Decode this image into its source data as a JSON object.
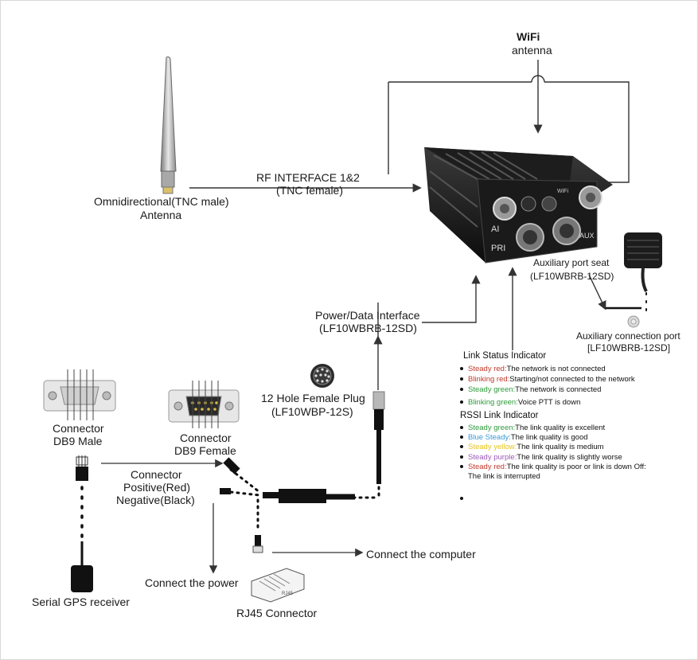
{
  "labels": {
    "wifi_title": "WiFi",
    "wifi_sub": "antenna",
    "omni_line1": "Omnidirectional(TNC male)",
    "omni_line2": "Antenna",
    "rf_line1": "RF INTERFACE 1&2",
    "rf_line2": "(TNC female)",
    "aux_seat_line1": "Auxiliary port seat",
    "aux_seat_line2": "(LF10WBRB-12SD)",
    "aux_conn_line1": "Auxiliary connection port",
    "aux_conn_line2": "[LF10WBRB-12SD]",
    "power_line1": "Power/Data Interface",
    "power_line2": "(LF10WBRB-12SD)",
    "plug_line1": "12 Hole Female Plug",
    "plug_line2": "(LF10WBP-12S)",
    "db9m_line1": "Connector",
    "db9m_line2": "DB9 Male",
    "db9f_line1": "Connector",
    "db9f_line2": "DB9 Female",
    "conn_line1": "Connector",
    "conn_line2": "Positive(Red)",
    "conn_line3": "Negative(Black)",
    "computer": "Connect the computer",
    "power": "Connect the power",
    "gps": "Serial GPS receiver",
    "rj45": "RJ45 Connector",
    "device_ai": "AI",
    "device_pri": "PRI",
    "device_aux": "AUX",
    "device_wifi": "WiFi",
    "rj45_tag": "RJ45"
  },
  "link_status": {
    "title": "Link Status Indicator",
    "items": [
      {
        "state": "Steady red:",
        "desc": "The network is not connected",
        "color": "#c0392b"
      },
      {
        "state": "Blinking red:",
        "desc": "Starting/not connected to the network",
        "color": "#c0392b"
      },
      {
        "state": "Steady green:",
        "desc": "The network is connected",
        "color": "#2e9a3a"
      },
      {
        "state": "Blinking green:",
        "desc": "Voice PTT is down",
        "color": "#2e9a3a"
      }
    ]
  },
  "rssi": {
    "title": "RSSI Link Indicator",
    "items": [
      {
        "state": "Steady green:",
        "desc": "The link quality is excellent",
        "color": "#2e9a3a"
      },
      {
        "state": "Blue Steady:",
        "desc": "The link quality is good",
        "color": "#3a9ad9"
      },
      {
        "state": "Steady yellow:",
        "desc": "The link quality is medium",
        "color": "#e6c619"
      },
      {
        "state": "Steady purple:",
        "desc": "The link quality is slightly worse",
        "color": "#9b59b6"
      },
      {
        "state": "Steady red:",
        "desc": "The link quality is poor or link is down  Off:",
        "color": "#c0392b"
      },
      {
        "state": "",
        "desc": "The link is interrupted",
        "color": "#111111"
      }
    ]
  }
}
